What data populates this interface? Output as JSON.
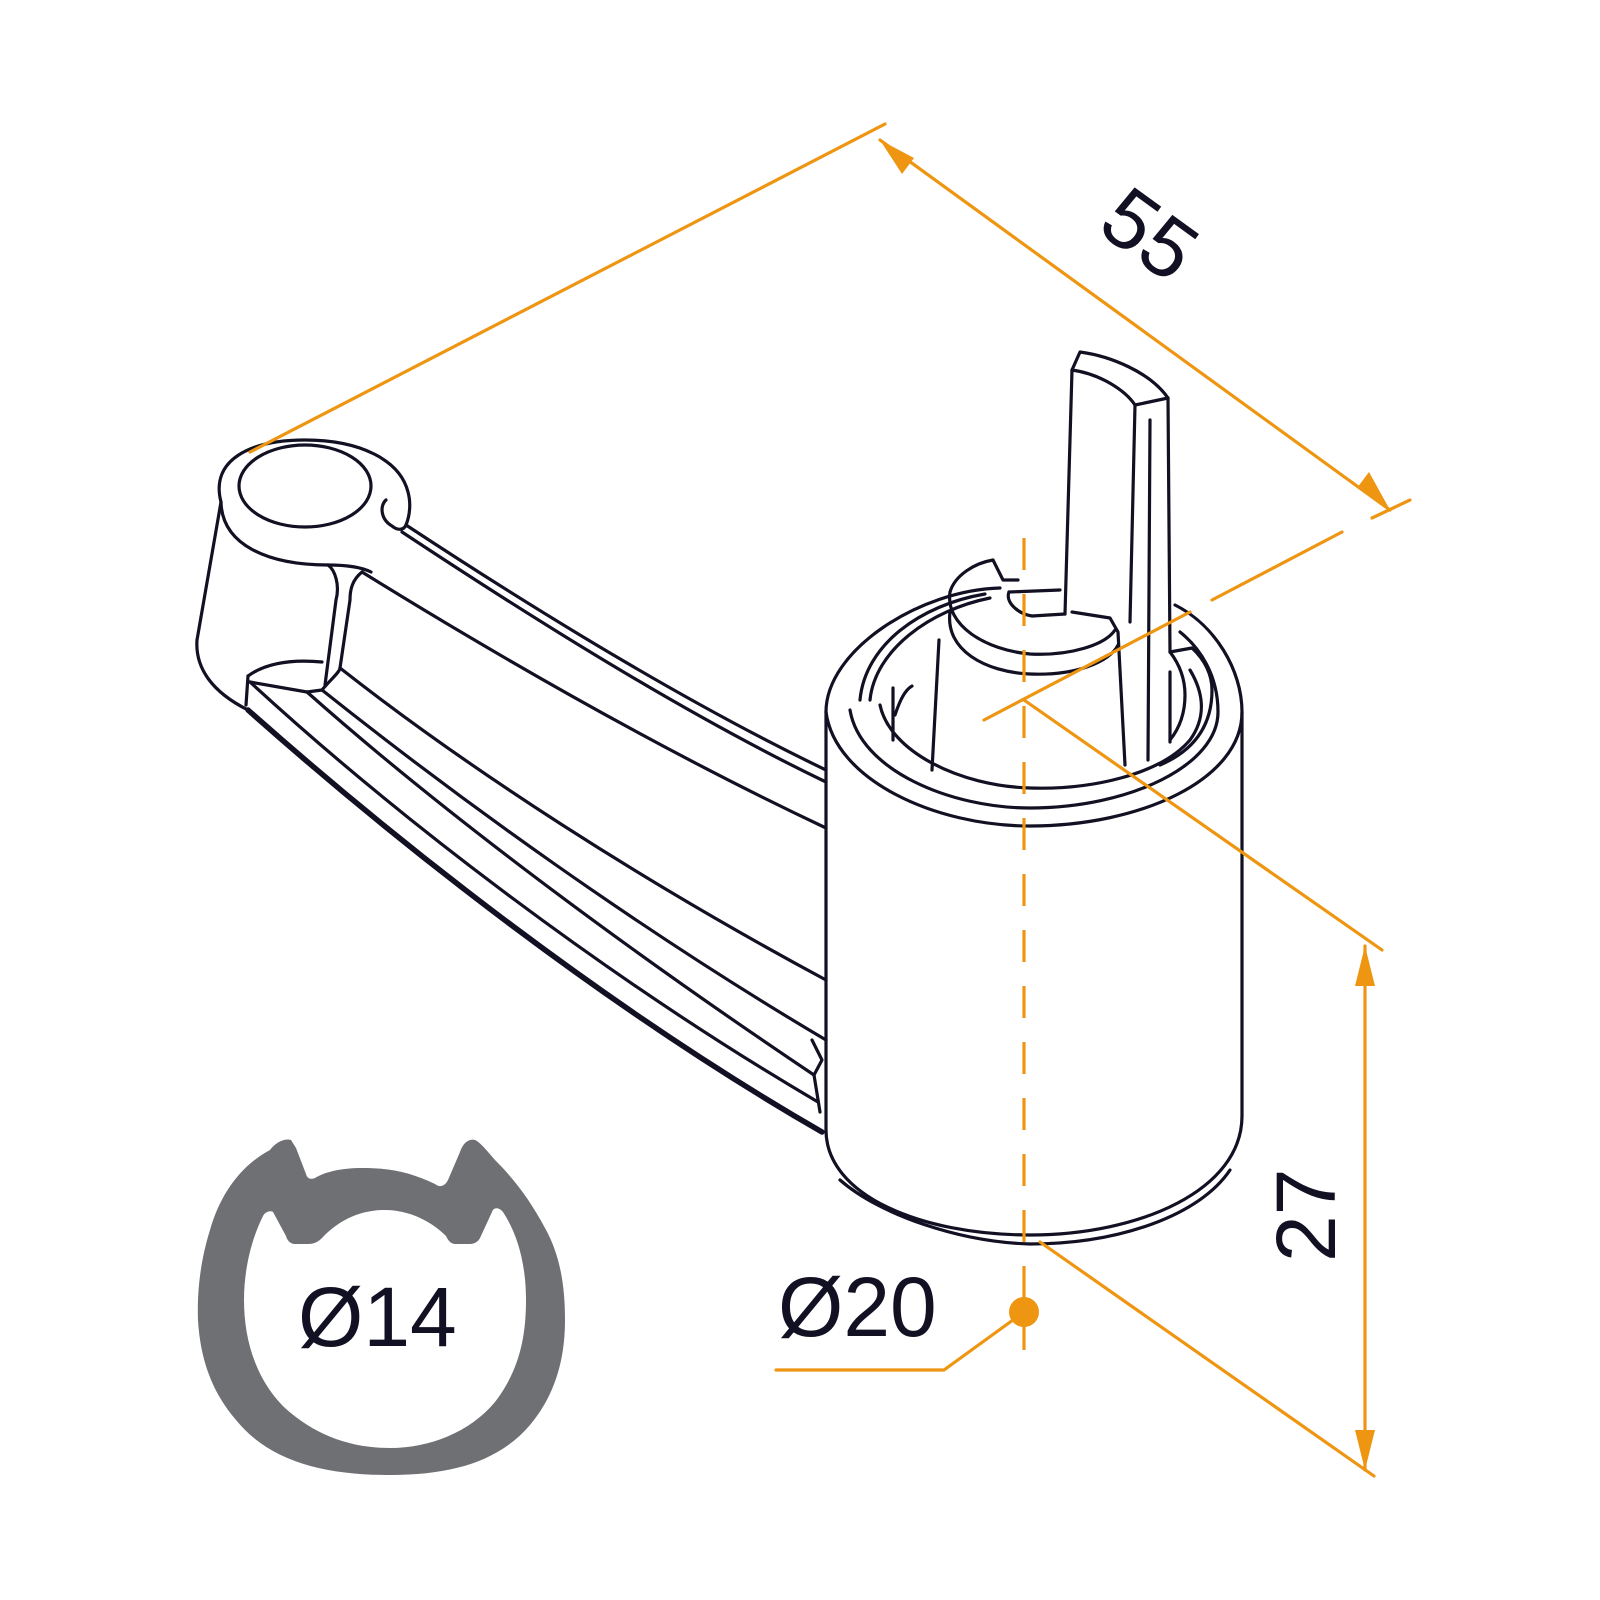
{
  "dimensions": {
    "length_label": "55",
    "height_label": "27",
    "outer_diameter_label": "Ø20",
    "bore_diameter_label": "Ø14"
  },
  "colors": {
    "outline": "#121023",
    "dimension": "#ee9511",
    "profile_fill": "#6f7074",
    "background": "#ffffff"
  }
}
